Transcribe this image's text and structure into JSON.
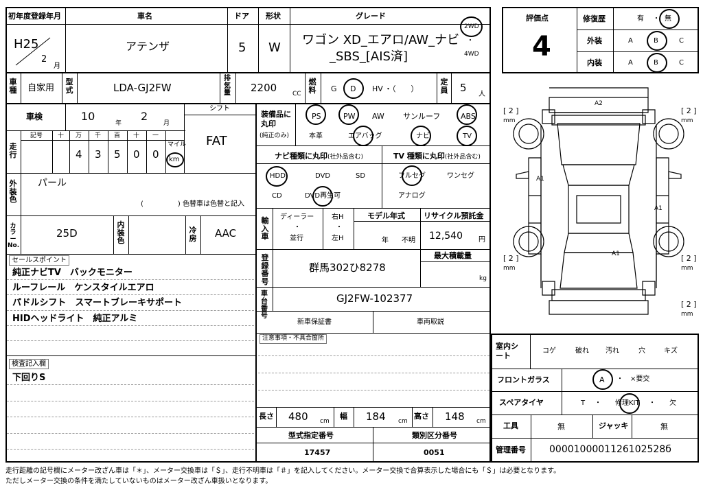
{
  "header": {
    "first_reg_label": "初年度登録年月",
    "car_name_label": "車名",
    "door_label": "ドア",
    "shape_label": "形状",
    "grade_label": "グレード",
    "era": "H25",
    "month": "2",
    "month_unit": "月",
    "car_name": "アテンザ",
    "doors": "5",
    "shape": "W",
    "grade_line1": "ワゴン XD_エアロ/AW_ナビ",
    "grade_line2": "_SBS_[AIS済]",
    "drive_2wd": "2WD",
    "drive_4wd": "4WD",
    "dot": "・"
  },
  "rating": {
    "score_label": "評価点",
    "score": "4",
    "repair_label": "修復歴",
    "repair_yes": "有",
    "repair_no": "無",
    "exterior_label": "外装",
    "interior_label": "内装",
    "grade_a": "A",
    "grade_b": "B",
    "grade_c": "C"
  },
  "row2": {
    "use_label": "車種",
    "use": "自家用",
    "model_label": "型式",
    "model": "LDA-GJ2FW",
    "displacement_label": "排気量",
    "displacement": "2200",
    "cc": "CC",
    "fuel_label": "燃料",
    "fuel_g": "G",
    "fuel_d": "D",
    "fuel_hv": "HV",
    "fuel_other": "・（　　）",
    "capacity_label": "定員",
    "capacity": "5",
    "person_unit": "人"
  },
  "inspection": {
    "label": "車検",
    "year": "10",
    "year_unit": "年",
    "month": "2",
    "month_unit": "月",
    "shift_label": "シフト",
    "shift": "FAT"
  },
  "mileage": {
    "label": "走行",
    "sign_label": "記号",
    "digit_labels": [
      "十",
      "万",
      "千",
      "百",
      "十",
      "一"
    ],
    "digits": [
      "4",
      "3",
      "5",
      "0",
      "0"
    ],
    "mile_label": "マイル",
    "km_label": "km"
  },
  "exterior_color": {
    "label": "外装色",
    "value": "パール",
    "note": "(　　　　　)  色替車は色替と記入"
  },
  "color_no": {
    "label": "カラーNo.",
    "value": "25D",
    "interior_color_label": "内装色",
    "ac_label": "冷房",
    "ac": "AAC"
  },
  "equipment": {
    "label": "装備品に丸印",
    "label_note": "(純正のみ)",
    "row1": [
      "PS",
      "PW",
      "AW",
      "サンルーフ",
      "ABS"
    ],
    "row2": [
      "本革",
      "エアバッグ",
      "ナビ",
      "TV"
    ]
  },
  "navi": {
    "title": "ナビ種類に丸印",
    "title_note": "(社外品含む)",
    "items": [
      "HDD",
      "DVD",
      "SD",
      "CD",
      "DVD再生可"
    ]
  },
  "tv": {
    "title": "TV 種類に丸印",
    "title_note": "(社外品含む)",
    "items": [
      "フルセグ",
      "ワンセグ",
      "アナログ"
    ]
  },
  "import": {
    "label": "輸入車",
    "dealer": "ディーラー",
    "dot": "・",
    "parallel": "並行",
    "right_h": "右H",
    "left_h": "左H",
    "model_year_label": "モデル年式",
    "year_unit": "年",
    "unknown": "不明",
    "recycle_label": "リサイクル預託金",
    "recycle": "12,540",
    "yen": "円"
  },
  "registration": {
    "label": "登録番号",
    "value": "群馬302ひ8278",
    "max_load_label": "最大積載量",
    "kg": "kg"
  },
  "chassis": {
    "label": "車台番号",
    "value": "GJ2FW-102377",
    "warranty": "新車保証書",
    "manual": "車両取説"
  },
  "notes": {
    "attention_label": "注意事項・不具合箇所"
  },
  "dims": {
    "length_label": "長さ",
    "length": "480",
    "width_label": "幅",
    "width": "184",
    "height_label": "高さ",
    "height": "148",
    "cm": "cm",
    "type_no_label": "型式指定番号",
    "type_no": "17457",
    "class_no_label": "類別区分番号",
    "class_no": "0051"
  },
  "sales": {
    "label": "セールスポイント",
    "lines": [
      "純正ナビTV　バックモニター",
      "ルーフレール　ケンスタイルエアロ",
      "パドルシフト　スマートブレーキサポート",
      "HIDヘッドライト　純正アルミ"
    ]
  },
  "inspection_notes": {
    "label": "検査記入欄",
    "lines": [
      "下回りS"
    ]
  },
  "diagram": {
    "tire_depth": "2",
    "mm": "mm",
    "marks": [
      "A2",
      "A1",
      "A1",
      "A1"
    ]
  },
  "interior": {
    "seat_label": "室内シート",
    "seat_items": [
      "コゲ",
      "破れ",
      "汚れ",
      "穴",
      "キズ"
    ],
    "windshield_label": "フロントガラス",
    "windshield_a": "A",
    "windshield_other": "・　×要交",
    "spare_label": "スペアタイヤ",
    "spare_t": "T",
    "spare_dot1": "・",
    "spare_kit": "修理KIT",
    "spare_dot2": "・",
    "spare_none": "欠",
    "tools_label": "工具",
    "tools": "無",
    "jack_label": "ジャッキ",
    "jack": "無",
    "manage_label": "管理番号",
    "manage_no": "0000100001126102528б"
  },
  "footer": {
    "line1": "走行距離の記号欄にメーター改ざん車は「＊」、メーター交換車は「＄」、走行不明車は「＃」を記入してください。メーター交換で合算表示した場合にも「＄」は必要となります。",
    "line2": "ただしメーター交換の条件を満たしていないものはメーター改ざん車扱いとなります。"
  }
}
